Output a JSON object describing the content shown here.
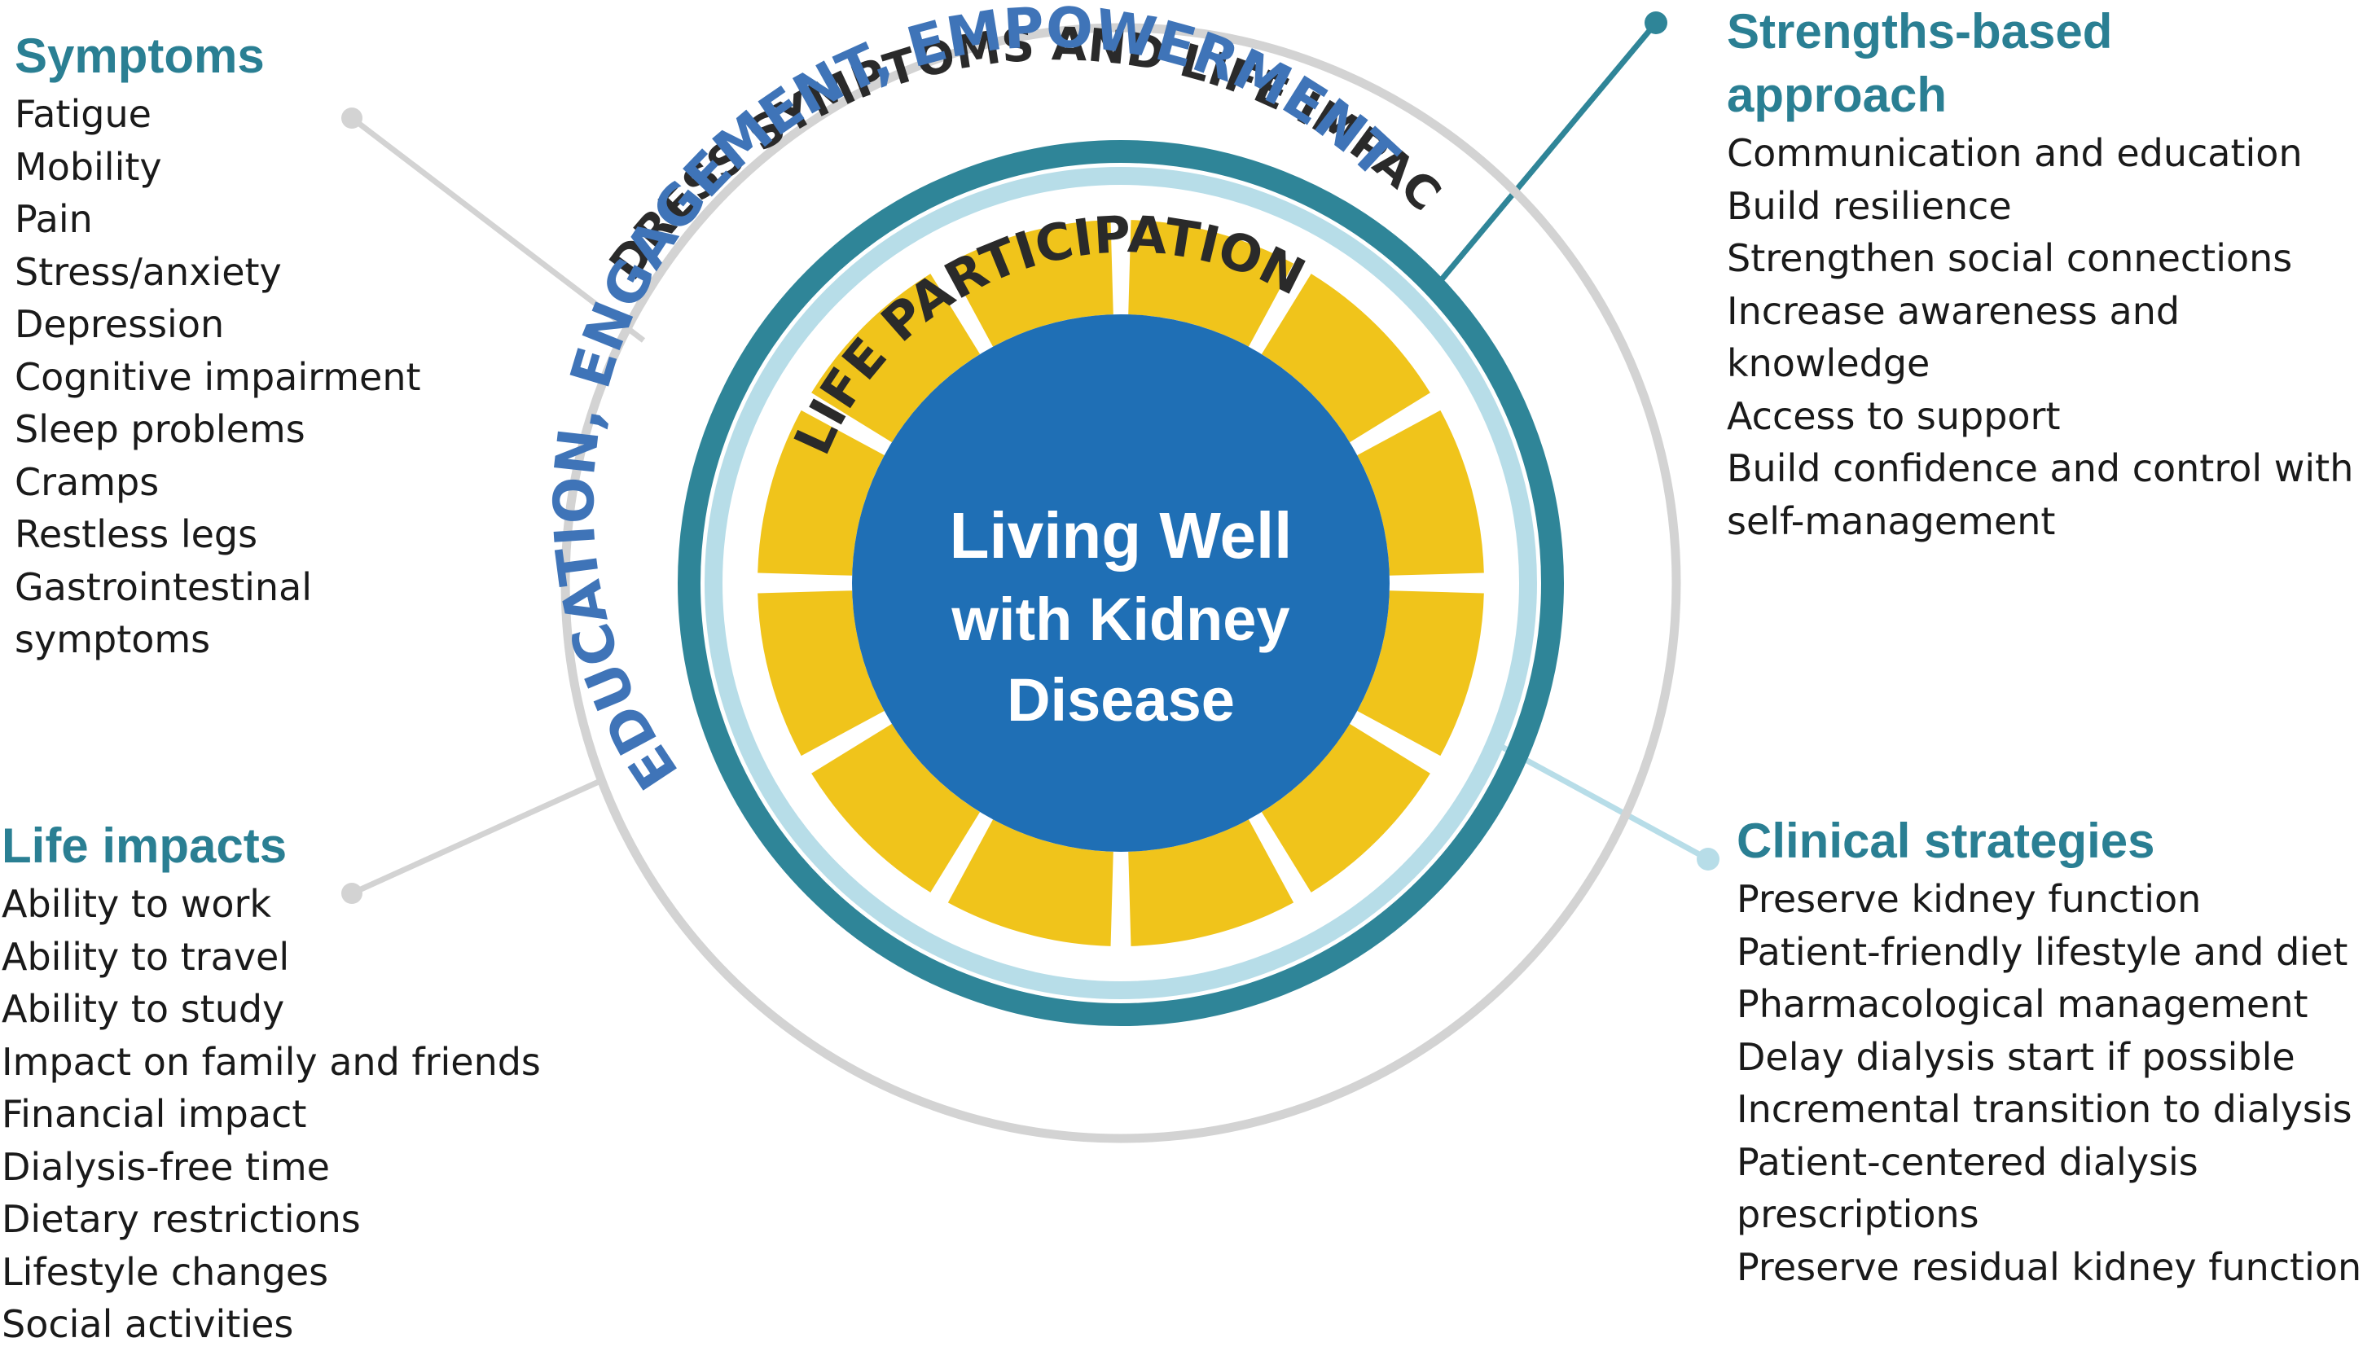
{
  "center": {
    "lines": [
      "Living Well",
      "with Kidney",
      "Disease"
    ]
  },
  "rings": {
    "outer": "ADDRESS SYMPTOMS AND LIFE IMPACTS",
    "middle": "EDUCATION, ENGAGEMENT, EMPOWERMENT",
    "inner": "LIFE PARTICIPATION"
  },
  "symptoms": {
    "title": "Symptoms",
    "items": [
      "Fatigue",
      "Mobility",
      "Pain",
      "Stress/anxiety",
      "Depression",
      "Cognitive impairment",
      "Sleep problems",
      "Cramps",
      "Restless legs",
      "Gastrointestinal",
      "symptoms"
    ]
  },
  "strengths": {
    "title_lines": [
      "Strengths-based",
      "approach"
    ],
    "items": [
      "Communication and education",
      "Build resilience",
      "Strengthen social connections",
      "Increase awareness and",
      "knowledge",
      "Access to support",
      "Build confidence and control with",
      "self-management"
    ]
  },
  "life_impacts": {
    "title": "Life impacts",
    "items": [
      "Ability to work",
      "Ability to travel",
      "Ability to study",
      "Impact on family and friends",
      "Financial impact",
      "Dialysis-free time",
      "Dietary restrictions",
      "Lifestyle changes",
      "Social activities"
    ]
  },
  "clinical": {
    "title": "Clinical strategies",
    "items": [
      "Preserve kidney function",
      "Patient-friendly lifestyle and diet",
      "Pharmacological management",
      "Delay dialysis start if possible",
      "Incremental transition to dialysis",
      "Patient-centered dialysis",
      "prescriptions",
      "Preserve residual kidney function"
    ]
  },
  "colors": {
    "outer_ring": "#d3d3d3",
    "middle_ring": "#2f8598",
    "inner_ring": "#b7dde8",
    "segments": "#f0c41b",
    "center": "#1f6fb5",
    "heading": "#2a7f93",
    "middle_text": "#3f74b8",
    "dark_text": "#2a2a2a"
  }
}
